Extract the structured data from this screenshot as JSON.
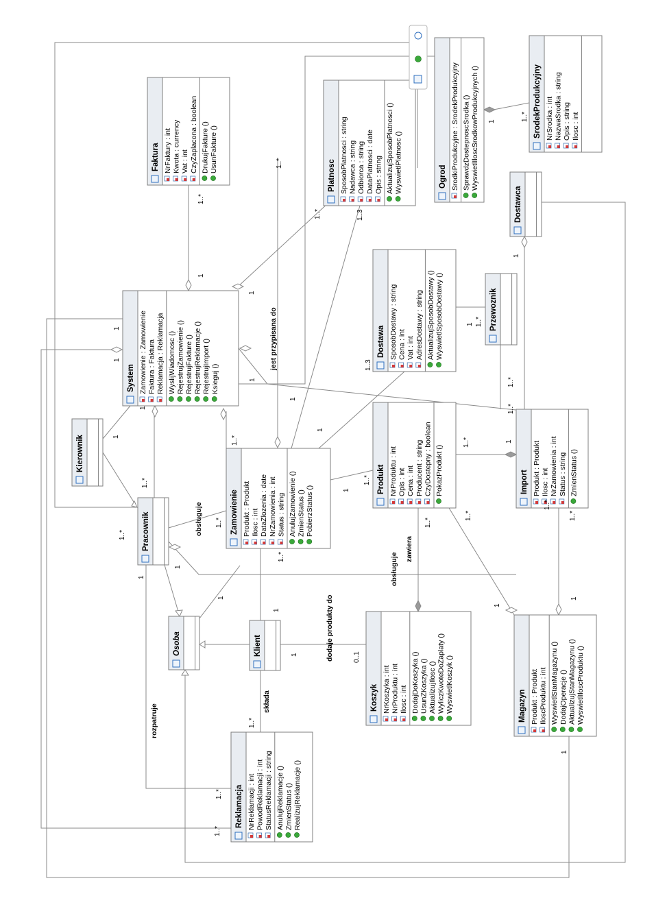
{
  "classes": [
    {
      "id": "faktura",
      "name": "Faktura",
      "attrs": [
        "NrFaktury : int",
        "Kwota : currency",
        "Vat : int",
        "CzyZaplacona : boolean"
      ],
      "ops": [
        "DrukujFakture ()",
        "UsunFakture ()"
      ]
    },
    {
      "id": "platnosc",
      "name": "Platnosc",
      "attrs": [
        "SposobPlatnosci : string",
        "Nadawca : string",
        "Odbiorca : string",
        "DataPlatnosci : date",
        "Opis : string"
      ],
      "ops": [
        "AktualizujSposobPlatnosci ()",
        "WyswietlPlatnosc ()"
      ]
    },
    {
      "id": "ogrod",
      "name": "Ogrod",
      "attrs": [
        "SrodkiProdukcyjne : SrodekProdukcyjny"
      ],
      "ops": [
        "SprawdzDostepnoscSrodka ()",
        "WyswietlIloscSrodkowProdukcyjnych ()"
      ]
    },
    {
      "id": "srodek",
      "name": "SrodekProdukcyjny",
      "attrs": [
        "NrSrodka : int",
        "NazwaSrodka : string",
        "Opis : string",
        "Ilosc : int"
      ],
      "ops": []
    },
    {
      "id": "system",
      "name": "System",
      "attrs": [
        "Zamowienie : Zamowienie",
        "Faktura : Faktura",
        "Reklamacja : Reklamacja"
      ],
      "ops": [
        "WyslijWiadomosc ()",
        "RejestrujZamowienie ()",
        "RejestrujFakture ()",
        "RejestrujReklamacje ()",
        "RejestrujImport ()",
        "Ksieguj ()"
      ]
    },
    {
      "id": "dostawa",
      "name": "Dostawa",
      "attrs": [
        "SposobDostawy : string",
        "Cena : int",
        "Vat : int",
        "AdresDostawy : string"
      ],
      "ops": [
        "AktualizujSposobDostawy ()",
        "WyswietlSposobDostawy ()"
      ]
    },
    {
      "id": "przewoznik",
      "name": "Przewoznik",
      "attrs": [],
      "ops": []
    },
    {
      "id": "dostawca",
      "name": "Dostawca",
      "attrs": [],
      "ops": []
    },
    {
      "id": "kierownik",
      "name": "Kierownik",
      "attrs": [],
      "ops": []
    },
    {
      "id": "zamowienie",
      "name": "Zamowienie",
      "attrs": [
        "Produkt : Produkt",
        "Ilosc : int",
        "DataZlozenia : date",
        "NrZamowienia : int",
        "Status : string"
      ],
      "ops": [
        "AnulujZamowienie ()",
        "ZmienStatus ()",
        "PobierzStatus ()"
      ]
    },
    {
      "id": "produkt",
      "name": "Produkt",
      "attrs": [
        "NrProduktu : int",
        "Opis : int",
        "Cena : int",
        "Producent : string",
        "CzyDostepny : boolean"
      ],
      "ops": [
        "PokazProdukt ()"
      ]
    },
    {
      "id": "import",
      "name": "Import",
      "attrs": [
        "Produkt : Produkt",
        "Ilosc : int",
        "NrZamowienia : int",
        "Status : string"
      ],
      "ops": [
        "ZmienStatus ()"
      ]
    },
    {
      "id": "pracownik",
      "name": "Pracownik",
      "attrs": [],
      "ops": []
    },
    {
      "id": "osoba",
      "name": "Osoba",
      "attrs": [],
      "ops": [],
      "italic": true
    },
    {
      "id": "klient",
      "name": "Klient",
      "attrs": [],
      "ops": []
    },
    {
      "id": "koszyk",
      "name": "Koszyk",
      "attrs": [
        "NrKoszyka : int",
        "NrProduktu : int",
        "Ilosc : int"
      ],
      "ops": [
        "DodajDoKoszyka ()",
        "UsunZKoszyka ()",
        "AktualizujIlosc ()",
        "WyliczKwoteDoZaplaty ()",
        "WyswietlKoszyk ()"
      ]
    },
    {
      "id": "magazyn",
      "name": "Magazyn",
      "attrs": [
        "Produkt : Produkt",
        "IloscProduktu : int"
      ],
      "ops": [
        "WyswietlStanMagazynu ()",
        "DodajOperacje ()",
        "AktualizujStanMagazynu ()",
        "WyswietlIloscProduktu ()"
      ]
    },
    {
      "id": "reklamacja",
      "name": "Reklamacja",
      "attrs": [
        "NrReklamacji : int",
        "PowodReklamacji : int",
        "StatusReklamacji : string"
      ],
      "ops": [
        "AnulujReklamacje ()",
        "ZmienStatus ()",
        "RealizujReklamacje ()"
      ]
    }
  ],
  "association_names": {
    "obsluguje_pracownik": "obsługuje",
    "jest_przypisana_do": "jest przypisana do",
    "zawiera": "zawiera",
    "obsluguje_import": "obsługuje",
    "dodaje_produkty_do": "dodaje produkty do",
    "sklada": "składa",
    "rozpatruje": "rozpatruje"
  },
  "multiplicities": [
    "1",
    "1..*",
    "1..3",
    "0..1",
    "1..*"
  ]
}
